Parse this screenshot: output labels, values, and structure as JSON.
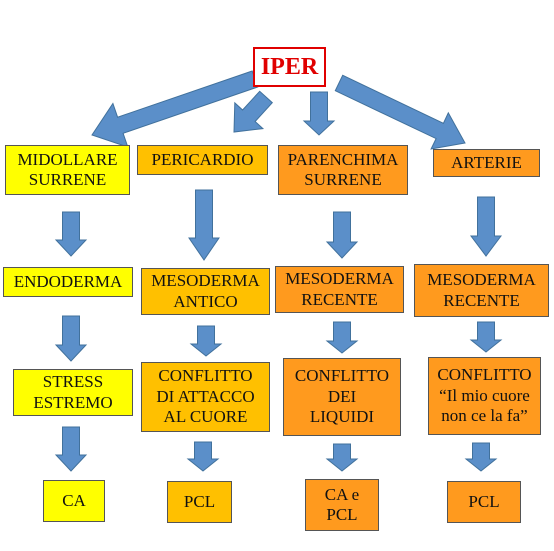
{
  "root": {
    "label": "IPER",
    "border_color": "#e00000",
    "text_color": "#e00000"
  },
  "colors": {
    "yellow": "#ffff00",
    "gold": "#ffc000",
    "orange": "#ff9a1e",
    "arrow": "#5b8fc9",
    "arrow_border": "#41719c"
  },
  "columns": [
    {
      "organ": "MIDOLLARE\nSURRENE",
      "tissue": "ENDODERMA",
      "conflict": "STRESS\nESTREMO",
      "outcome": "CA"
    },
    {
      "organ": "PERICARDIO",
      "tissue": "MESODERMA\nANTICO",
      "conflict": "CONFLITTO\nDI ATTACCO\nAL CUORE",
      "outcome": "PCL"
    },
    {
      "organ": "PARENCHIMA\nSURRENE",
      "tissue": "MESODERMA\nRECENTE",
      "conflict": "CONFLITTO\nDEI\nLIQUIDI",
      "outcome": "CA e\nPCL"
    },
    {
      "organ": "ARTERIE",
      "tissue": "MESODERMA\nRECENTE",
      "conflict": "CONFLITTO\n“Il mio cuore\nnon ce la fa”",
      "outcome": "PCL"
    }
  ]
}
